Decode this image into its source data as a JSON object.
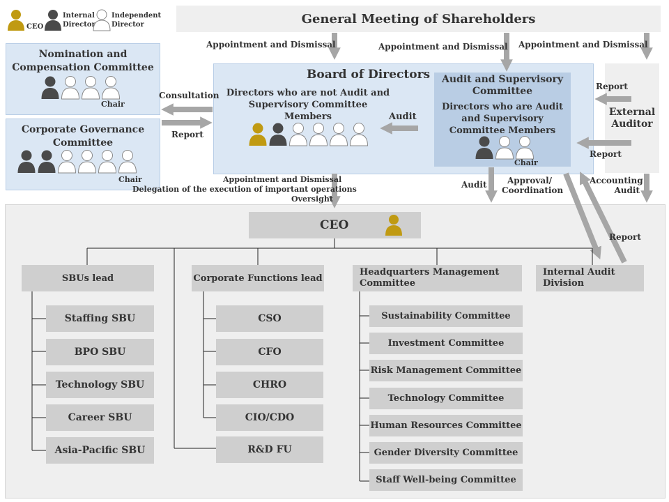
{
  "legend": {
    "ceo": "CEO",
    "internal": "Internal\nDirector",
    "independent": "Independent\nDirector"
  },
  "gms": "General Meeting of Shareholders",
  "appointment": "Appointment  and Dismissal",
  "nomination": "Nomination and\nCompensation Committee",
  "governance": "Corporate Governance\nCommittee",
  "chair": "Chair",
  "consultation": "Consultation",
  "report": "Report",
  "board": {
    "title": "Board of Directors",
    "non_audit": "Directors who are not Audit and\nSupervisory Committee Members",
    "audit_label": "Audit"
  },
  "audit_committee": {
    "title": "Audit and Supervisory\nCommittee",
    "sub": "Directors who are Audit\nand Supervisory\nCommittee Members"
  },
  "external_auditor": "External\nAuditor",
  "lower_labels": {
    "appt": "Appointment  and Dismissal",
    "delegation": "Delegation  of the execution  of important operations",
    "oversight": "Oversight",
    "audit": "Audit",
    "approval": "Approval/\nCoordination",
    "accounting": "Accounting\nAudit",
    "report": "Report"
  },
  "ceo": "CEO",
  "divisions": {
    "sbu": "SBUs lead",
    "cf": "Corporate Functions lead",
    "hq": "Headquarters Management\nCommittee",
    "ia": "Internal Audit\nDivision"
  },
  "sbu_items": [
    "Staffing SBU",
    "BPO SBU",
    "Technology SBU",
    "Career SBU",
    "Asia-Pacific SBU"
  ],
  "cf_items": [
    "CSO",
    "CFO",
    "CHRO",
    "CIO/CDO",
    "R&D FU"
  ],
  "hq_items": [
    "Sustainability Committee",
    "Investment Committee",
    "Risk Management Committee",
    "Technology Committee",
    "Human Resources Committee",
    "Gender Diversity Committee",
    "Staff Well-being Committee"
  ],
  "colors": {
    "ceo_gold": "#c09a12",
    "internal_dark": "#4a4a4a",
    "independent_white": "#ffffff",
    "arrow": "#a6a6a6",
    "panel_blue": "#dbe7f4"
  }
}
